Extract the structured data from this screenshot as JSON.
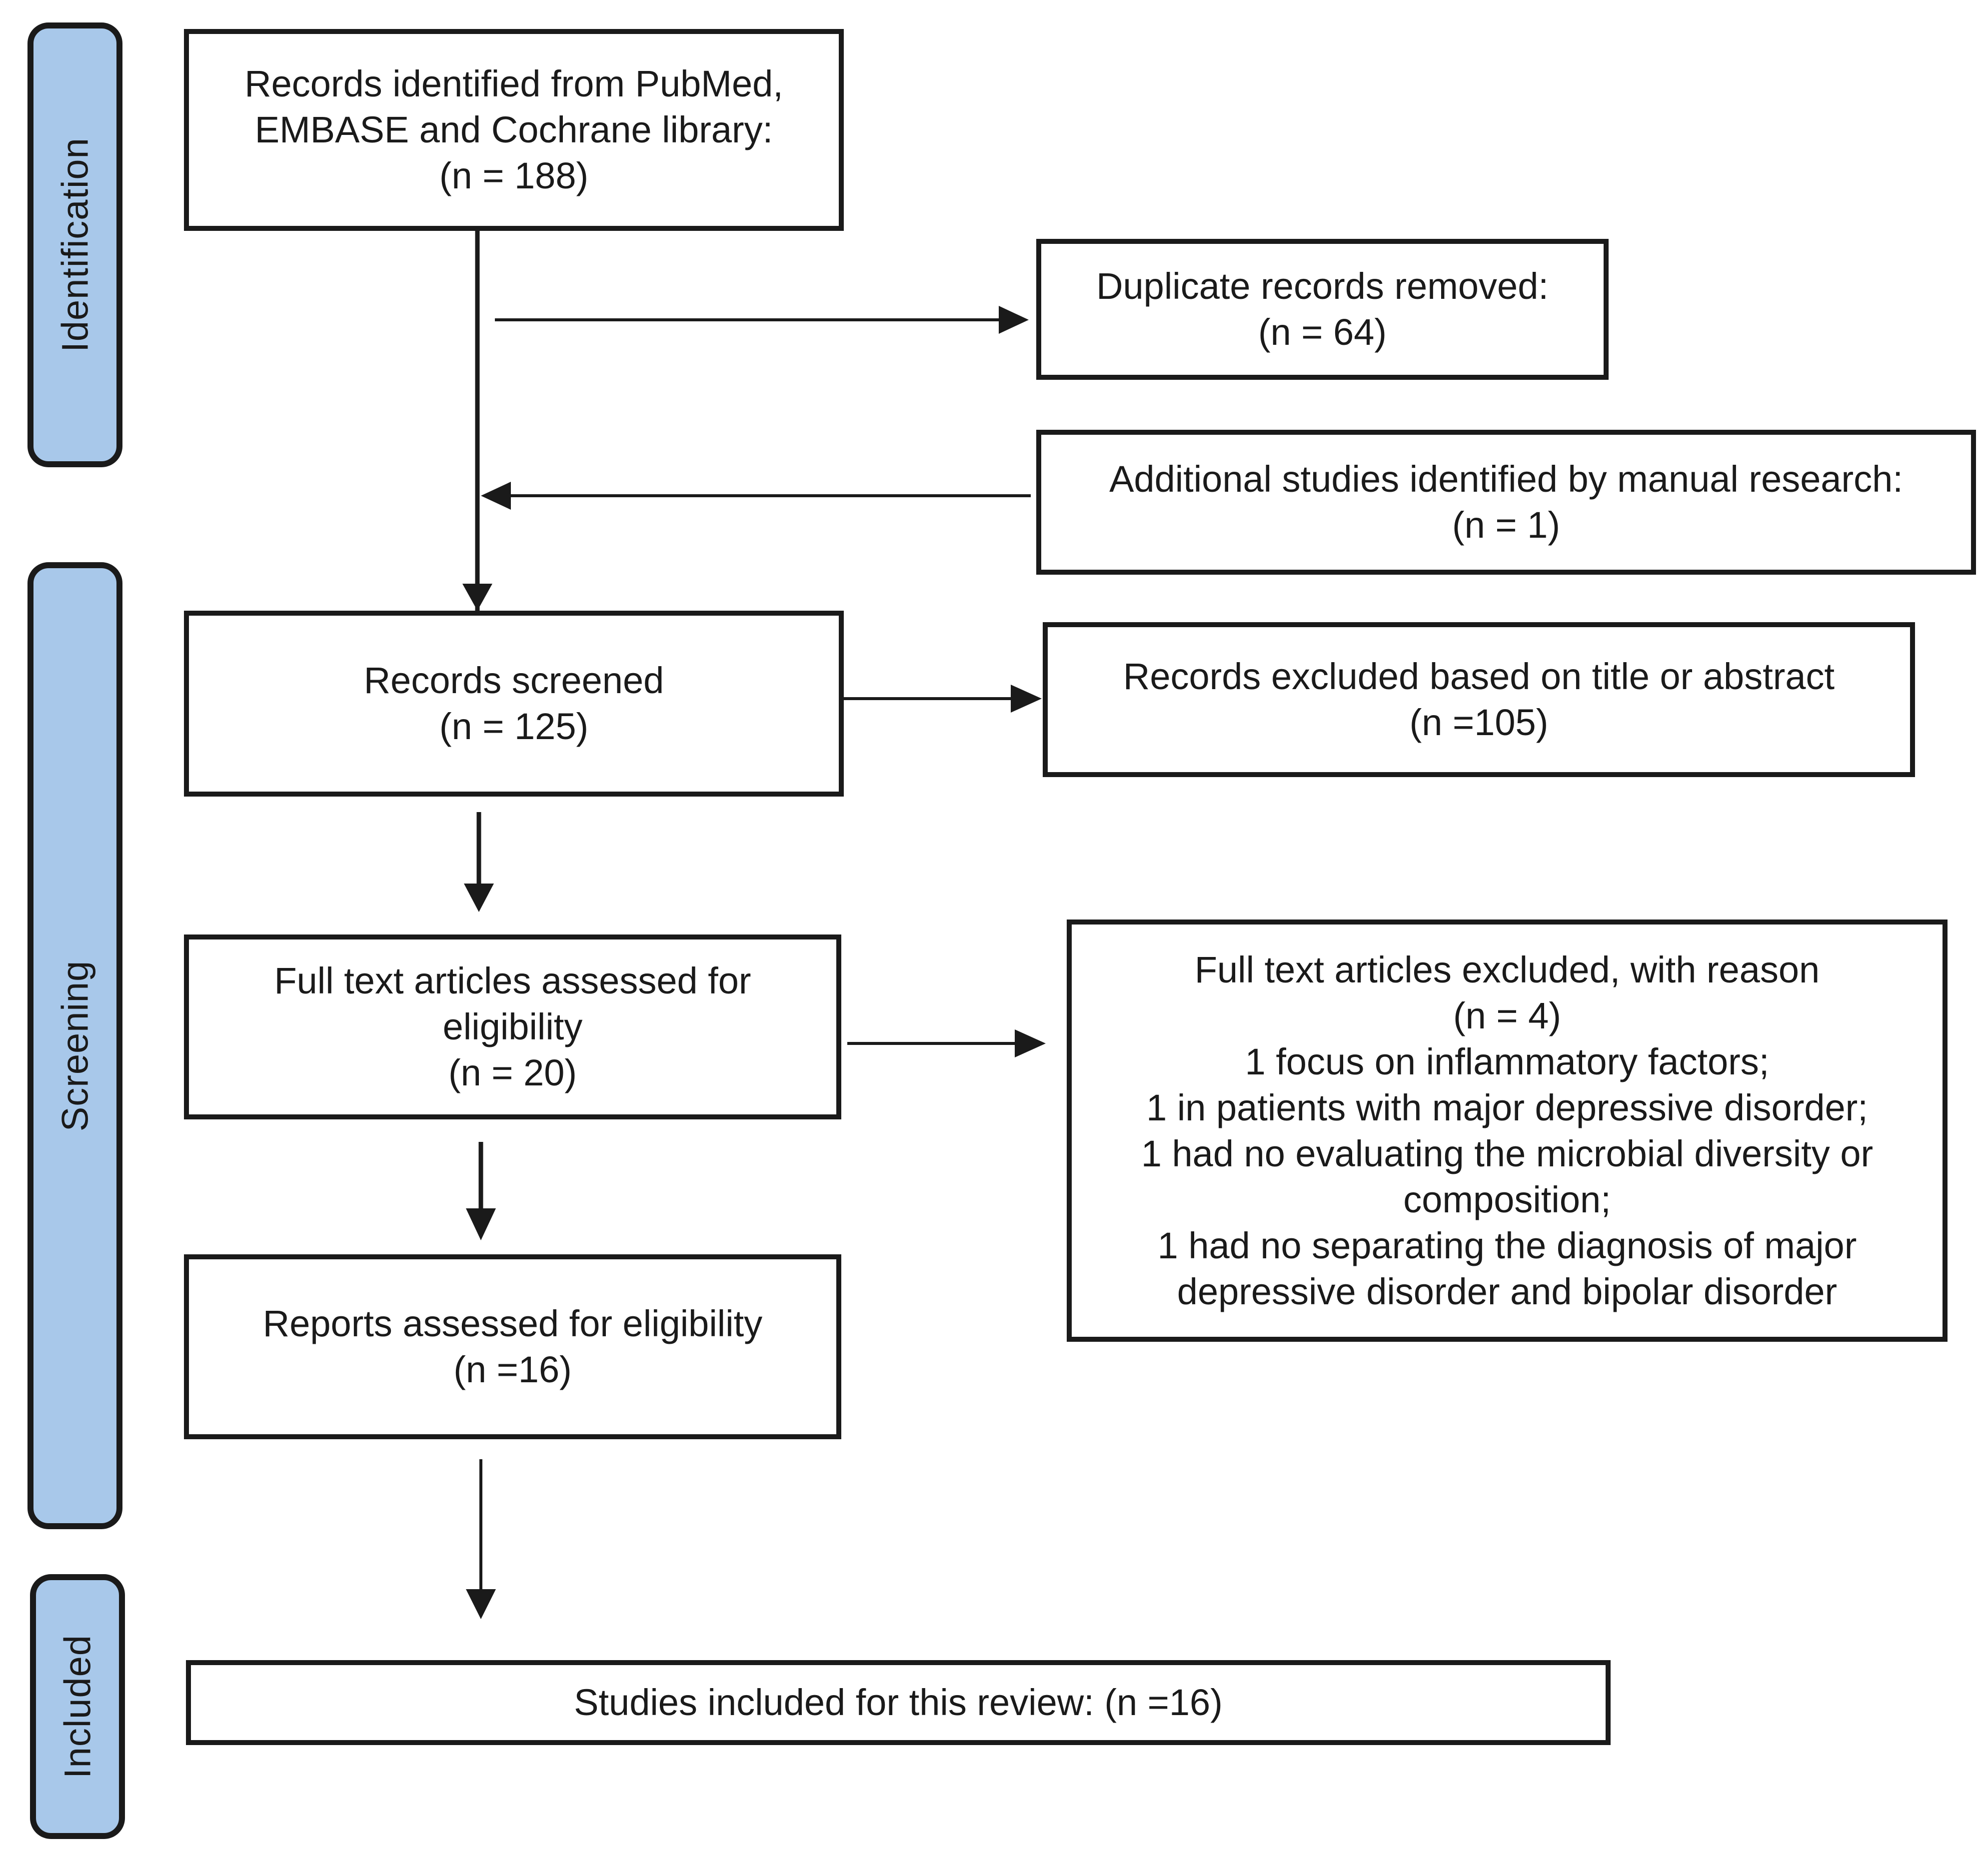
{
  "phases": {
    "identification": "Identification",
    "screening": "Screening",
    "included": "Included"
  },
  "boxes": {
    "records_identified": {
      "lines": [
        "Records identified from PubMed,",
        "EMBASE and Cochrane library:",
        "(n = 188)"
      ]
    },
    "duplicates_removed": {
      "lines": [
        "Duplicate records removed:",
        "(n = 64)"
      ]
    },
    "additional_studies": {
      "lines": [
        "Additional studies identified by manual research:",
        "(n = 1)"
      ]
    },
    "records_screened": {
      "lines": [
        "Records screened",
        "(n = 125)"
      ]
    },
    "records_excluded": {
      "lines": [
        "Records excluded based on title or abstract",
        "(n =105)"
      ]
    },
    "full_text_assessed": {
      "lines": [
        "Full text articles assessed for",
        "eligibility",
        "(n = 20)"
      ]
    },
    "full_text_excluded": {
      "lines": [
        "Full text articles excluded, with reason",
        "(n = 4)",
        "1 focus on inflammatory factors;",
        "1 in patients with major depressive disorder;",
        "1 had no evaluating the microbial diversity or",
        "composition;",
        "1 had no separating the diagnosis of major",
        "depressive disorder and bipolar disorder"
      ]
    },
    "reports_assessed": {
      "lines": [
        "Reports assessed for eligibility",
        "(n =16)"
      ]
    },
    "studies_included": {
      "lines": [
        "Studies included for this review: (n =16)"
      ]
    }
  }
}
